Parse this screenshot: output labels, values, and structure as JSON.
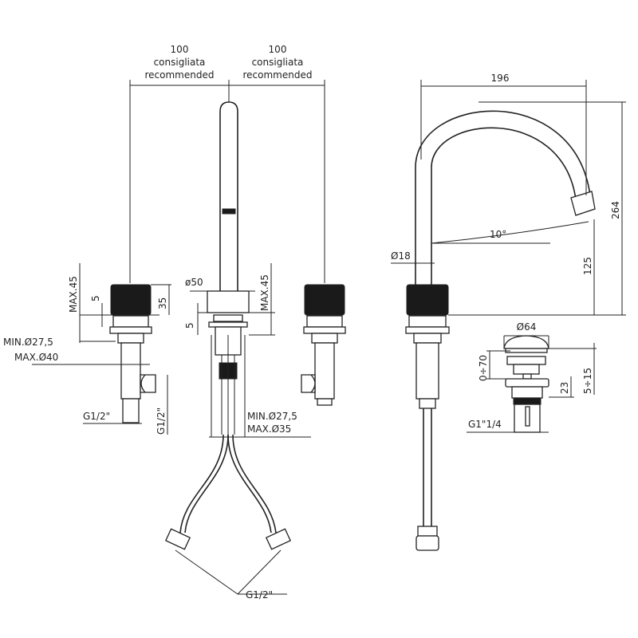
{
  "title": "Three-hole basin mixer with swivel spout and pop-up waste - dimensional drawing",
  "front_view": {
    "spacing_left": {
      "value": "100",
      "line1": "consigliata",
      "line2": "recommended"
    },
    "spacing_right": {
      "value": "100",
      "line1": "consigliata",
      "line2": "recommended"
    },
    "left_handle": {
      "max_thickness": "MAX.45",
      "offset": "5",
      "height": "35",
      "hole_min": "MIN.Ø27,5",
      "hole_max": "MAX.Ø40",
      "outlet": "G1/2\"",
      "side_outlet": "G1/2\""
    },
    "spout_base": {
      "diameter": "ø50",
      "max_thickness": "MAX.45",
      "offset": "5",
      "hole_min": "MIN.Ø27,5",
      "hole_max": "MAX.Ø35"
    },
    "hose_connection": "G1/2\""
  },
  "side_view": {
    "reach": "196",
    "height": "264",
    "spout_clearance": "125",
    "angle": "10°",
    "spout_diameter": "Ø18"
  },
  "waste": {
    "diameter": "Ø64",
    "thickness_range": "0÷70",
    "adjust_range": "5÷15",
    "height": "23",
    "thread": "G1\"1/4"
  }
}
